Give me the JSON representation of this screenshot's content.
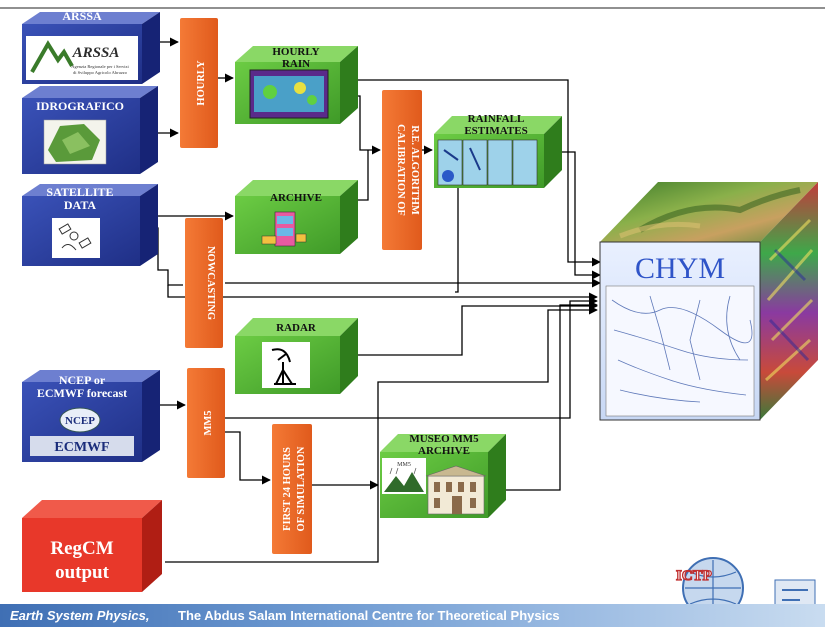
{
  "sources": {
    "arssa": {
      "title": "ARSSA",
      "logo_text": "ARSSA",
      "logo_sub1": "Agenzia Regionale per i Servizi",
      "logo_sub2": "di Sviluppo Agricolo Abruzzo"
    },
    "idrografico": {
      "title": "IDROGRAFICO"
    },
    "satellite": {
      "title_line1": "SATELLITE",
      "title_line2": "DATA"
    },
    "ncep": {
      "title_line1": "NCEP or",
      "title_line2": "ECMWF forecast",
      "ncep_logo": "NCEP",
      "ecmwf_logo": "ECMWF"
    },
    "regcm": {
      "line1": "RegCM",
      "line2": "output"
    }
  },
  "processes": {
    "hourly": "HOURLY",
    "nowcasting": "NOWCASTING",
    "calibration_line1": "CALIBRATION OF",
    "calibration_line2": "R.E. ALGORITHM",
    "mm5": "MM5",
    "first24_line1": "FIRST 24 HOURS",
    "first24_line2": "OF SIMULATION"
  },
  "products": {
    "hourly_rain_line1": "HOURLY",
    "hourly_rain_line2": "RAIN",
    "rainfall_line1": "RAINFALL",
    "rainfall_line2": "ESTIMATES",
    "archive": "ARCHIVE",
    "radar": "RADAR",
    "museo_line1": "MUSEO MM5",
    "museo_line2": "ARCHIVE",
    "museo_icon_label": "MM5"
  },
  "chym": {
    "title": "CHYM"
  },
  "footer": {
    "part1": "Earth System Physics,",
    "part2": "The Abdus Salam International Centre for Theoretical Physics",
    "logo_text": "ICTP"
  },
  "colors": {
    "blue_box": "#2b3f9c",
    "green_box": "#5cb83a",
    "orange_box": "#ee6a2a",
    "red_box": "#e8382a",
    "chym_title": "#2f54c8"
  }
}
